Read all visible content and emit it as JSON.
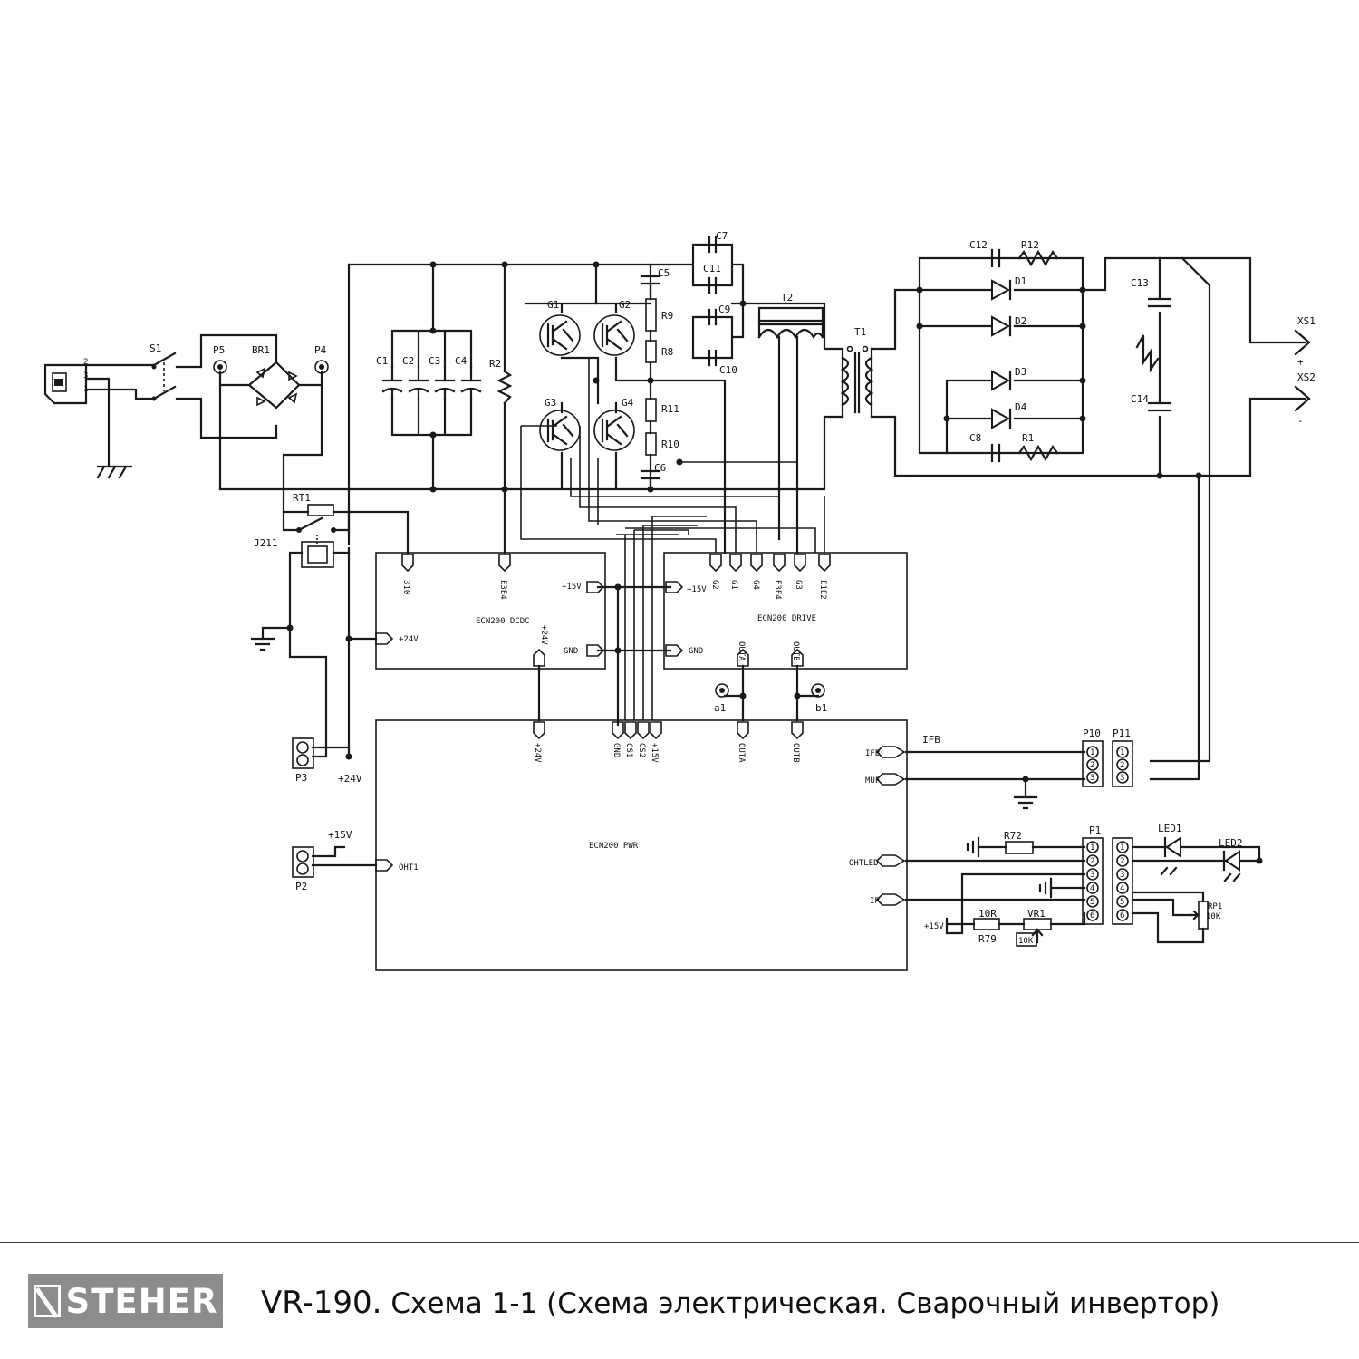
{
  "diagram": {
    "blocks": {
      "dcdc": "ECN200 DCDC",
      "drive": "ECN200 DRIVE",
      "pwr": "ECN200 PWR"
    },
    "components": {
      "S1": "S1",
      "P5": "P5",
      "BR1": "BR1",
      "P4": "P4",
      "C1": "C1",
      "C2": "C2",
      "C3": "C3",
      "C4": "C4",
      "R2": "R2",
      "G1": "G1",
      "G2": "G2",
      "G3": "G3",
      "G4": "G4",
      "C5": "C5",
      "R9": "R9",
      "R8": "R8",
      "R11": "R11",
      "R10": "R10",
      "C6": "C6",
      "C7": "C7",
      "C11": "C11",
      "C9": "C9",
      "C10": "C10",
      "T2": "T2",
      "T1": "T1",
      "C12": "C12",
      "R12": "R12",
      "D1": "D1",
      "D2": "D2",
      "D3": "D3",
      "D4": "D4",
      "C8": "C8",
      "R1": "R1",
      "C13": "C13",
      "C14": "C14",
      "XS1": "XS1",
      "XS2": "XS2",
      "RT1": "RT1",
      "J211": "J211",
      "P3": "P3",
      "P2": "P2",
      "P10": "P10",
      "P11": "P11",
      "P1": "P1",
      "R72": "R72",
      "R79": "R79",
      "R79_val": "10R",
      "VR1": "VR1",
      "VR1_val": "10K",
      "LED1": "LED1",
      "LED2": "LED2",
      "RP1": "RP1",
      "RP1_val": "10K"
    },
    "terminals": {
      "plug": [
        "2",
        "3",
        "1"
      ],
      "plus": "+",
      "minus": "-",
      "p3_24v": "+24V",
      "p2_15v": "+15V",
      "vcc15": "+15V",
      "a1": "a1",
      "b1": "b1"
    },
    "ports": {
      "dcdc_top": [
        "310",
        "E3E4"
      ],
      "dcdc_left": "+24V",
      "dcdc_right": [
        "+15V",
        "GND"
      ],
      "dcdc_bottom": "+24V",
      "drive_top": [
        "G2",
        "G1",
        "G4",
        "E3E4",
        "G3",
        "E1E2"
      ],
      "drive_left": [
        "+15V",
        "GND"
      ],
      "drive_bottom": [
        "OUTA",
        "OUTB"
      ],
      "pwr_top": [
        "+24V",
        "GND",
        "CS1",
        "CS2",
        "+15V",
        "OUTA",
        "OUTB"
      ],
      "pwr_left": "OHT1",
      "pwr_right": [
        "IFB",
        "MUF",
        "OHTLED",
        "IP"
      ]
    },
    "nets": {
      "ifb": "IFB"
    },
    "connector_pins": {
      "p10": [
        "1",
        "2",
        "3"
      ],
      "p11": [
        "1",
        "2",
        "3"
      ],
      "p1": [
        "1",
        "2",
        "3",
        "4",
        "5",
        "6"
      ],
      "p1b": [
        "1",
        "2",
        "3",
        "4",
        "5",
        "6"
      ]
    }
  },
  "footer": {
    "brand": "STEHER",
    "model": "VR-190.",
    "caption": " Схема 1-1 (Схема электрическая. Сварочный инвертор)"
  }
}
